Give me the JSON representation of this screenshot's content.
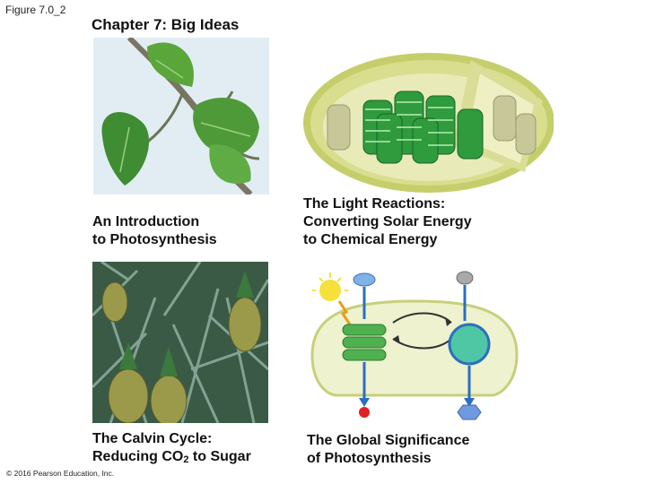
{
  "figure_label": "Figure 7.0_2",
  "title": "Chapter 7: Big Ideas",
  "captions": {
    "intro": "An Introduction\nto Photosynthesis",
    "light_reactions": "The Light Reactions:\nConverting Solar Energy\nto Chemical Energy",
    "calvin_prefix": "The Calvin Cycle:\nReducing CO",
    "calvin_sub": "2",
    "calvin_suffix": " to Sugar",
    "global": "The Global Significance\nof Photosynthesis"
  },
  "copyright": "© 2016 Pearson Education, Inc.",
  "colors": {
    "leaf": "#3f9a3a",
    "chloroplast_outer": "#cfd67a",
    "thylakoid": "#2f9b3c",
    "arrow_blue": "#2a6fbf",
    "calvin_cycle": "#4fc7a4",
    "sugar_hexagon": "#6f9ae0",
    "red_dot": "#e02020",
    "sun": "#f6e13a"
  },
  "icons": [
    "leaf-photo",
    "chloroplast-illustration",
    "pineapple-field-photo",
    "cycle-diagram"
  ]
}
